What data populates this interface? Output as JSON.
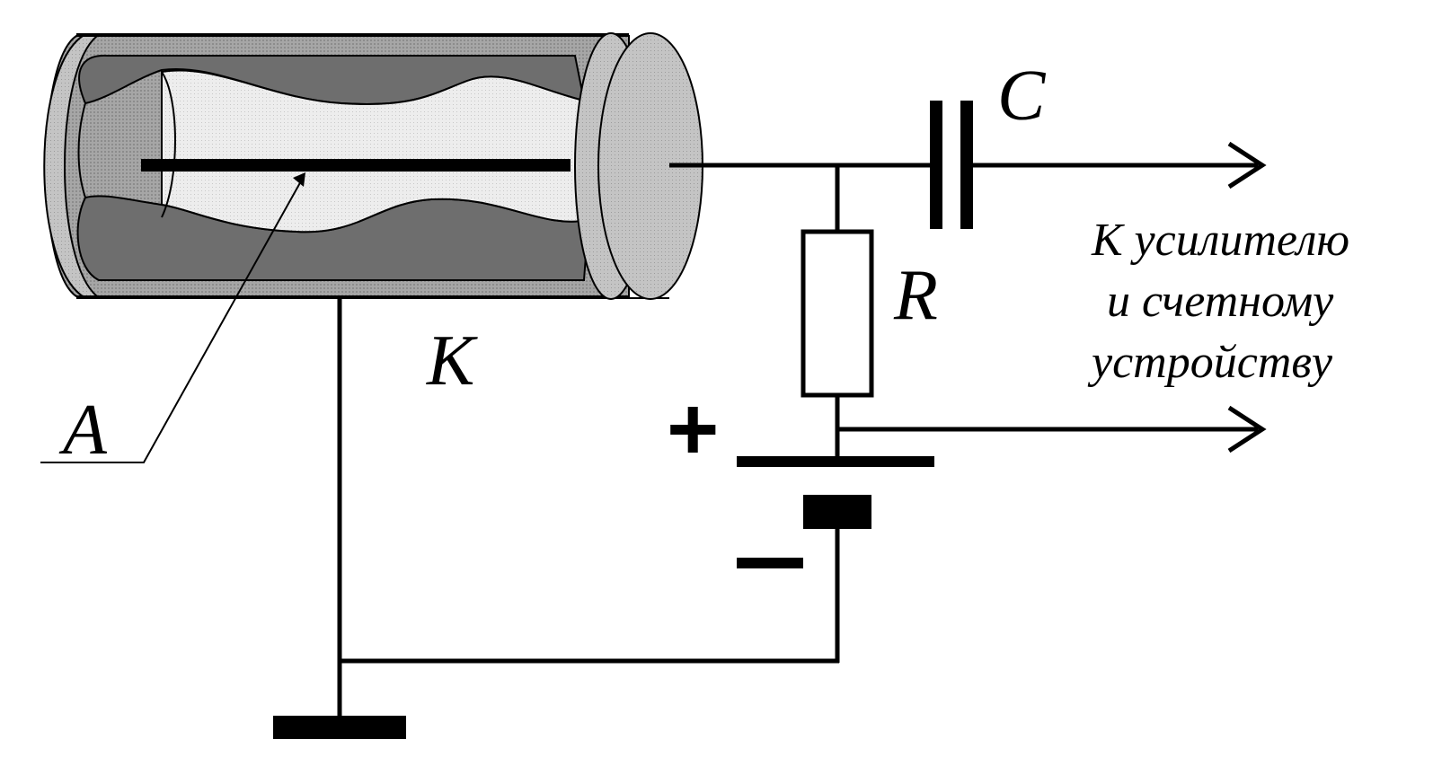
{
  "labels": {
    "anode": "A",
    "cathode": "K",
    "capacitor": "C",
    "resistor": "R",
    "plus": "+",
    "minus": "–",
    "output_line1": "К усилителю",
    "output_line2": "и счетному",
    "output_line3": "устройству"
  },
  "colors": {
    "tube_outer": "#9a9a9a",
    "tube_inner": "#7a7a7a",
    "tube_window": "#e6e6e6",
    "end_cap": "#b8b8b8",
    "wire": "#000000"
  }
}
